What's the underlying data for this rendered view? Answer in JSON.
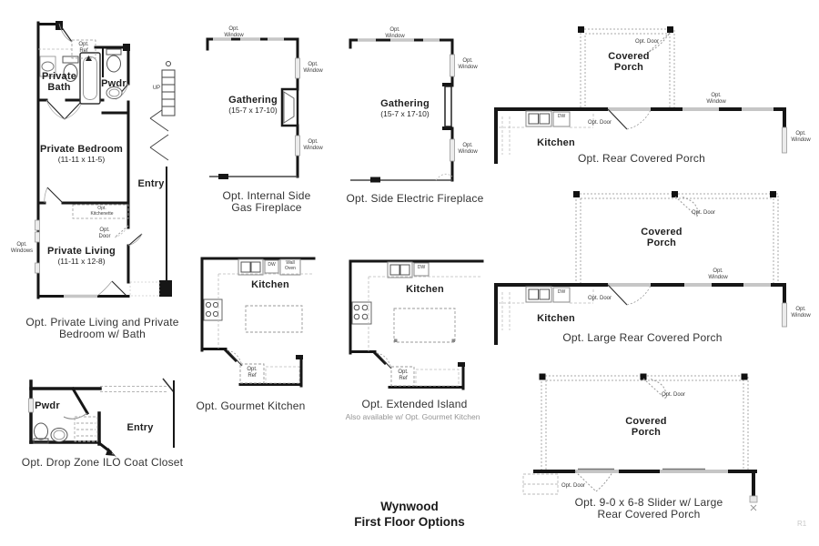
{
  "page": {
    "title_line1": "Wynwood",
    "title_line2": "First Floor Options",
    "corner_mark": "R1"
  },
  "labels": {
    "opt_window": "Opt. Window",
    "opt_windows": "Opt. Windows",
    "opt_door": "Opt. Door",
    "opt_ref": "Opt. Ref",
    "opt_kitchenette": "Opt. Kitchenette",
    "wall_oven": "Wall Oven",
    "dw": "DW",
    "up": "UP",
    "covered_porch": "Covered Porch",
    "kitchen": "Kitchen",
    "gathering": "Gathering",
    "gathering_dims": "(15-7 x 17-10)",
    "entry": "Entry",
    "pwdr": "Pwdr",
    "private_bath": "Private Bath",
    "private_bedroom": "Private Bedroom",
    "private_bedroom_dims": "(11-11 x 11-5)",
    "private_living": "Private Living",
    "private_living_dims": "(11-11 x 12-8)"
  },
  "plans": {
    "private_suite": {
      "caption1": "Opt. Private Living and Private",
      "caption2": "Bedroom w/ Bath"
    },
    "gas_fireplace": {
      "caption1": "Opt. Internal Side",
      "caption2": "Gas Fireplace"
    },
    "electric_fireplace": {
      "caption": "Opt.  Side Electric Fireplace"
    },
    "rear_porch": {
      "caption": "Opt. Rear Covered Porch"
    },
    "large_porch": {
      "caption": "Opt. Large Rear Covered Porch"
    },
    "gourmet_kitchen": {
      "caption": "Opt. Gourmet Kitchen"
    },
    "extended_island": {
      "caption": "Opt. Extended Island",
      "subcaption": "Also available w/ Opt. Gourmet Kitchen"
    },
    "drop_zone": {
      "caption": "Opt. Drop Zone ILO Coat Closet"
    },
    "slider_porch": {
      "caption1": "Opt. 9-0 x 6-8 Slider w/ Large",
      "caption2": "Rear Covered Porch"
    }
  },
  "colors": {
    "wall": "#161616",
    "window": "#c6c6c6",
    "dash": "#9e9e9e",
    "caption_text": "#333333",
    "muted_text": "#949494"
  }
}
